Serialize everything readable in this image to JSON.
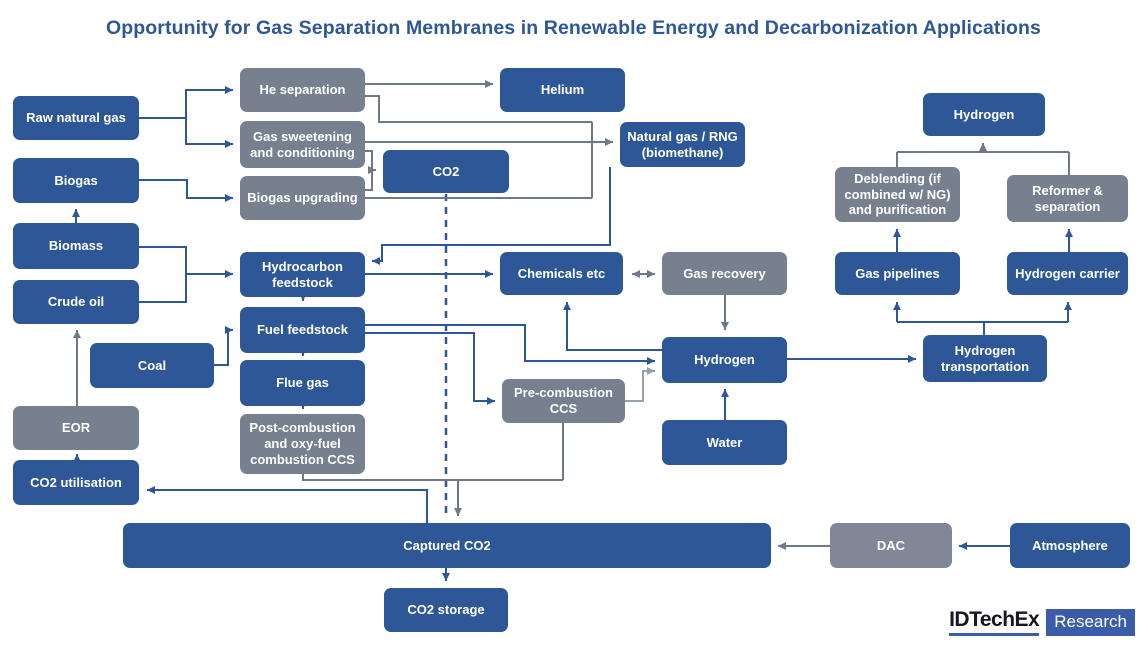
{
  "title": "Opportunity for Gas Separation Membranes in Renewable Energy and Decarbonization Applications",
  "colors": {
    "box_blue": "#2E5797",
    "box_gray": "#76808F",
    "line_blue": "#2E5797",
    "line_gray": "#6E7988",
    "line_light": "#94A1B3",
    "title": "#2E5797",
    "logo_badge_bg": "#3A5CA9"
  },
  "nodes": {
    "raw_natural_gas": {
      "label": "Raw natural gas"
    },
    "biogas": {
      "label": "Biogas"
    },
    "biomass": {
      "label": "Biomass"
    },
    "crude_oil": {
      "label": "Crude oil"
    },
    "coal": {
      "label": "Coal"
    },
    "eor": {
      "label": "EOR"
    },
    "co2_utilisation": {
      "label": "CO2 utilisation"
    },
    "he_separation": {
      "label": "He separation"
    },
    "gas_sweetening": {
      "label": "Gas sweetening\nand conditioning"
    },
    "biogas_upgrading": {
      "label": "Biogas upgrading"
    },
    "co2": {
      "label": "CO2"
    },
    "helium": {
      "label": "Helium"
    },
    "natural_gas_rng": {
      "label": "Natural gas / RNG\n(biomethane)"
    },
    "hydrocarbon_feedstock": {
      "label": "Hydrocarbon\nfeedstock"
    },
    "fuel_feedstock": {
      "label": "Fuel feedstock"
    },
    "flue_gas": {
      "label": "Flue gas"
    },
    "post_combustion_ccs": {
      "label": "Post-combustion\nand oxy-fuel\ncombustion CCS"
    },
    "pre_combustion_ccs": {
      "label": "Pre-combustion\nCCS"
    },
    "chemicals_etc": {
      "label": "Chemicals etc"
    },
    "gas_recovery": {
      "label": "Gas recovery"
    },
    "hydrogen_mid": {
      "label": "Hydrogen"
    },
    "water": {
      "label": "Water"
    },
    "hydrogen_top": {
      "label": "Hydrogen"
    },
    "deblending": {
      "label": "Deblending (if\ncombined w/ NG)\nand purification"
    },
    "reformer": {
      "label": "Reformer &\nseparation"
    },
    "gas_pipelines": {
      "label": "Gas pipelines"
    },
    "hydrogen_carrier": {
      "label": "Hydrogen carrier"
    },
    "hydrogen_transportation": {
      "label": "Hydrogen\ntransportation"
    },
    "captured_co2": {
      "label": "Captured CO2"
    },
    "co2_storage": {
      "label": "CO2 storage"
    },
    "dac": {
      "label": "DAC"
    },
    "atmosphere": {
      "label": "Atmosphere"
    }
  },
  "edges": [
    {
      "from": "raw_natural_gas",
      "to": "he_separation"
    },
    {
      "from": "raw_natural_gas",
      "to": "gas_sweetening"
    },
    {
      "from": "he_separation",
      "to": "helium"
    },
    {
      "from": "he_separation",
      "to": "natural_gas_rng"
    },
    {
      "from": "gas_sweetening",
      "to": "natural_gas_rng"
    },
    {
      "from": "gas_sweetening",
      "to": "co2"
    },
    {
      "from": "biogas_upgrading",
      "to": "co2"
    },
    {
      "from": "biogas_upgrading",
      "to": "natural_gas_rng"
    },
    {
      "from": "biogas",
      "to": "biogas_upgrading"
    },
    {
      "from": "biomass",
      "to": "biogas"
    },
    {
      "from": "biomass",
      "to": "hydrocarbon_feedstock"
    },
    {
      "from": "crude_oil",
      "to": "hydrocarbon_feedstock"
    },
    {
      "from": "natural_gas_rng",
      "to": "hydrocarbon_feedstock"
    },
    {
      "from": "hydrocarbon_feedstock",
      "to": "chemicals_etc"
    },
    {
      "from": "hydrocarbon_feedstock",
      "to": "fuel_feedstock"
    },
    {
      "from": "fuel_feedstock",
      "to": "flue_gas"
    },
    {
      "from": "fuel_feedstock",
      "to": "hydrogen_mid"
    },
    {
      "from": "fuel_feedstock",
      "to": "pre_combustion_ccs"
    },
    {
      "from": "flue_gas",
      "to": "post_combustion_ccs"
    },
    {
      "from": "coal",
      "to": "fuel_feedstock"
    },
    {
      "from": "eor",
      "to": "crude_oil"
    },
    {
      "from": "co2_utilisation",
      "to": "eor"
    },
    {
      "from": "captured_co2",
      "to": "co2_utilisation"
    },
    {
      "from": "co2",
      "to": "captured_co2",
      "style": "dashed"
    },
    {
      "from": "post_combustion_ccs",
      "to": "captured_co2"
    },
    {
      "from": "pre_combustion_ccs",
      "to": "captured_co2"
    },
    {
      "from": "pre_combustion_ccs",
      "to": "hydrogen_mid"
    },
    {
      "from": "hydrogen_mid",
      "to": "chemicals_etc"
    },
    {
      "from": "chemicals_etc",
      "to": "gas_recovery",
      "style": "bidirectional"
    },
    {
      "from": "gas_recovery",
      "to": "hydrogen_mid"
    },
    {
      "from": "water",
      "to": "hydrogen_mid"
    },
    {
      "from": "hydrogen_mid",
      "to": "hydrogen_transportation"
    },
    {
      "from": "hydrogen_transportation",
      "to": "gas_pipelines"
    },
    {
      "from": "hydrogen_transportation",
      "to": "hydrogen_carrier"
    },
    {
      "from": "gas_pipelines",
      "to": "deblending"
    },
    {
      "from": "hydrogen_carrier",
      "to": "reformer"
    },
    {
      "from": "deblending",
      "to": "hydrogen_top"
    },
    {
      "from": "reformer",
      "to": "hydrogen_top"
    },
    {
      "from": "captured_co2",
      "to": "co2_storage"
    },
    {
      "from": "dac",
      "to": "captured_co2"
    },
    {
      "from": "atmosphere",
      "to": "dac"
    }
  ],
  "logo": {
    "brand": "IDTechEx",
    "badge": "Research"
  }
}
